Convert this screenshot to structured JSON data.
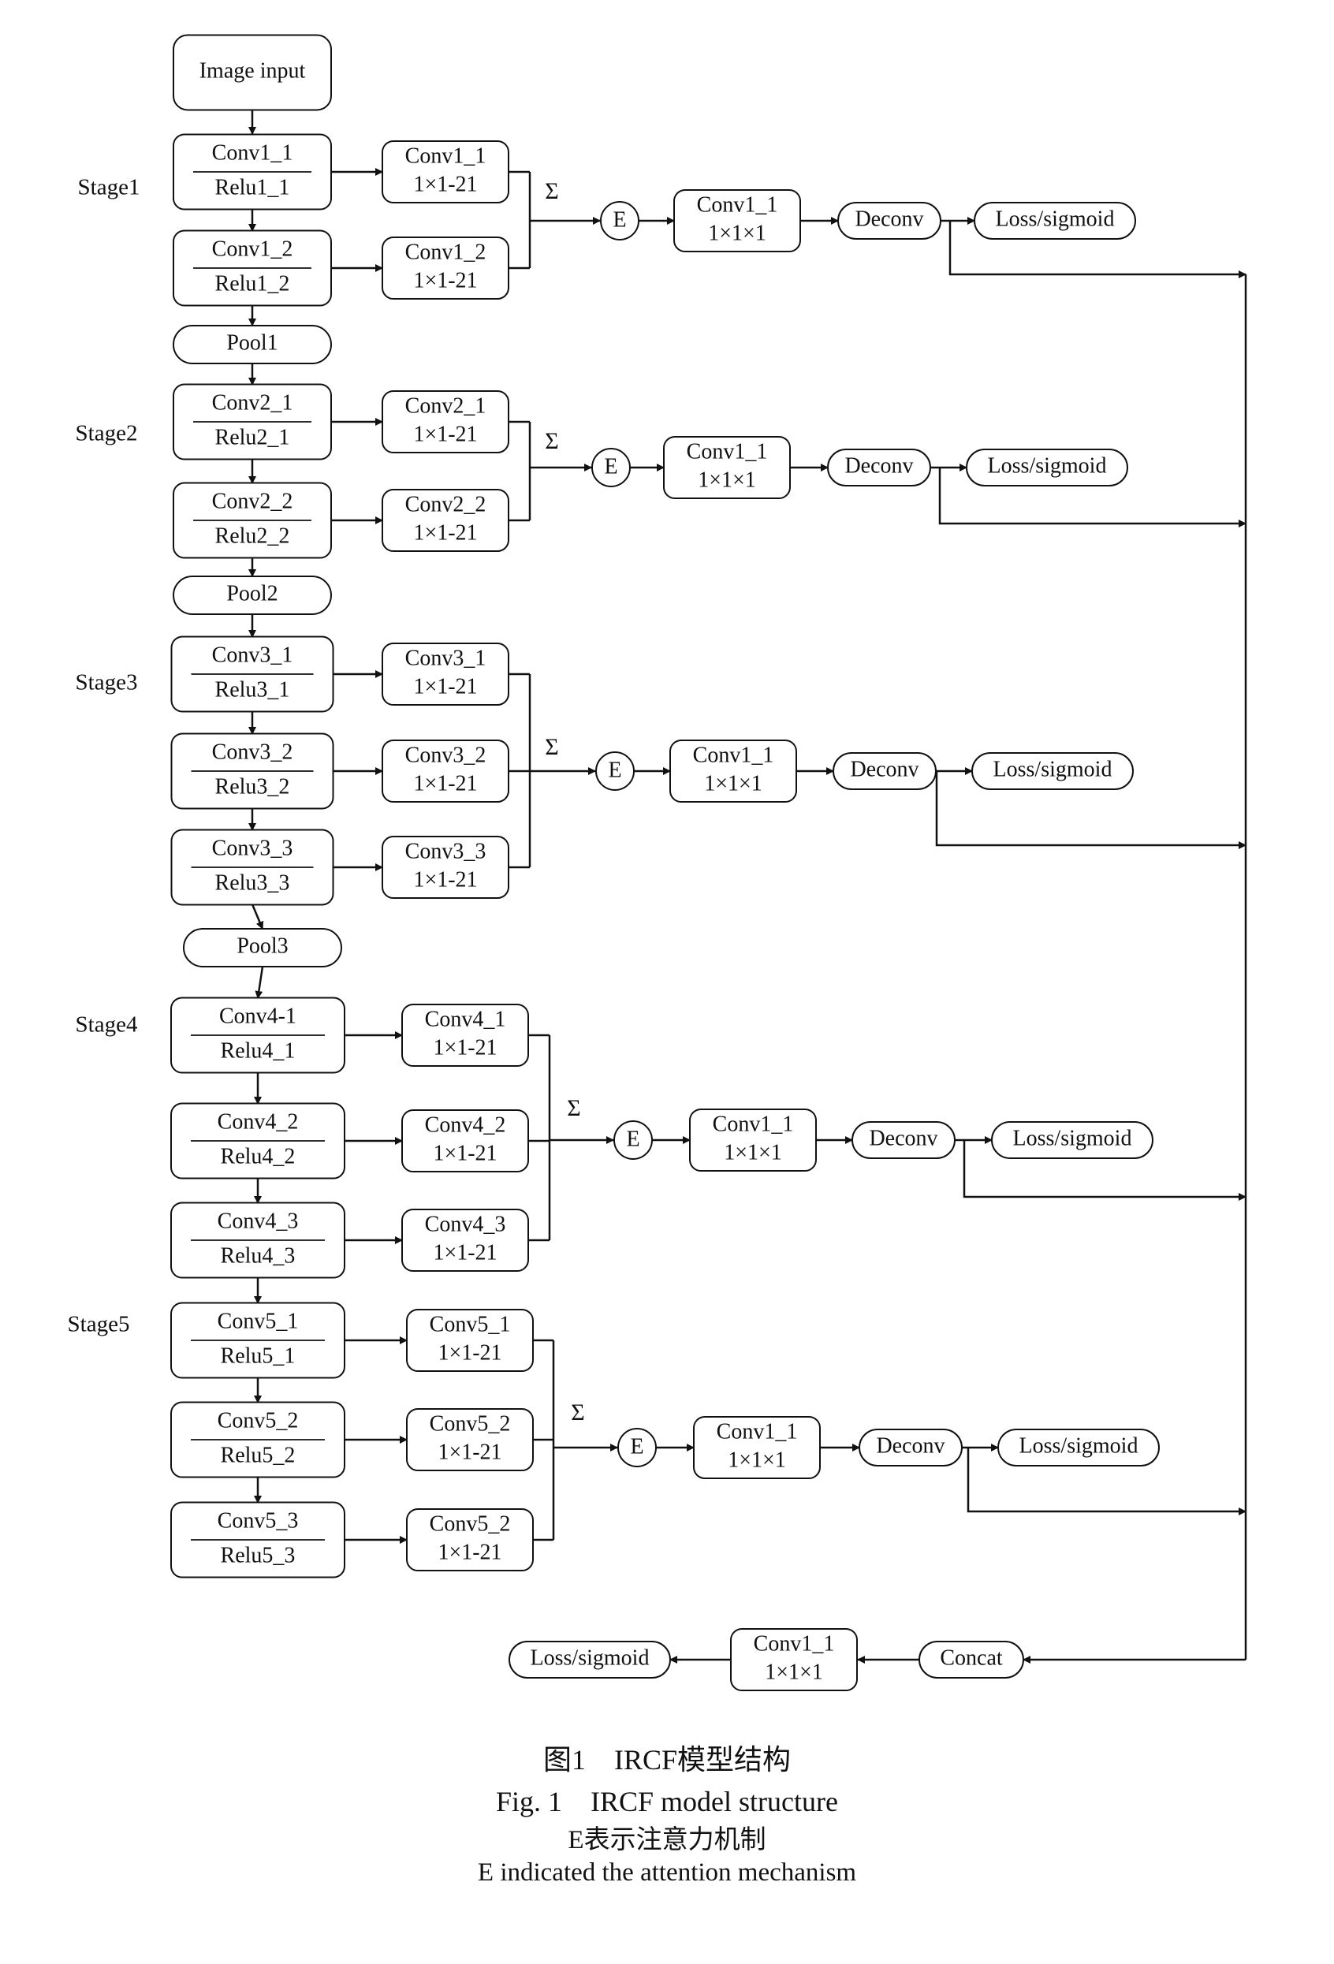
{
  "diagram": {
    "input": "Image input",
    "stages": [
      {
        "label": "Stage1",
        "layers": [
          {
            "top": "Conv1_1",
            "bottom": "Relu1_1",
            "side_top": "Conv1_1",
            "side_bottom": "1×1-21"
          },
          {
            "top": "Conv1_2",
            "bottom": "Relu1_2",
            "side_top": "Conv1_2",
            "side_bottom": "1×1-21"
          }
        ],
        "pool": "Pool1",
        "sum": "Σ",
        "attention": "E",
        "conv_top": "Conv1_1",
        "conv_bottom": "1×1×1",
        "deconv": "Deconv",
        "loss": "Loss/sigmoid"
      },
      {
        "label": "Stage2",
        "layers": [
          {
            "top": "Conv2_1",
            "bottom": "Relu2_1",
            "side_top": "Conv2_1",
            "side_bottom": "1×1-21"
          },
          {
            "top": "Conv2_2",
            "bottom": "Relu2_2",
            "side_top": "Conv2_2",
            "side_bottom": "1×1-21"
          }
        ],
        "pool": "Pool2",
        "sum": "Σ",
        "attention": "E",
        "conv_top": "Conv1_1",
        "conv_bottom": "1×1×1",
        "deconv": "Deconv",
        "loss": "Loss/sigmoid"
      },
      {
        "label": "Stage3",
        "layers": [
          {
            "top": "Conv3_1",
            "bottom": "Relu3_1",
            "side_top": "Conv3_1",
            "side_bottom": "1×1-21"
          },
          {
            "top": "Conv3_2",
            "bottom": "Relu3_2",
            "side_top": "Conv3_2",
            "side_bottom": "1×1-21"
          },
          {
            "top": "Conv3_3",
            "bottom": "Relu3_3",
            "side_top": "Conv3_3",
            "side_bottom": "1×1-21"
          }
        ],
        "pool": "Pool3",
        "sum": "Σ",
        "attention": "E",
        "conv_top": "Conv1_1",
        "conv_bottom": "1×1×1",
        "deconv": "Deconv",
        "loss": "Loss/sigmoid"
      },
      {
        "label": "Stage4",
        "layers": [
          {
            "top": "Conv4-1",
            "bottom": "Relu4_1",
            "side_top": "Conv4_1",
            "side_bottom": "1×1-21"
          },
          {
            "top": "Conv4_2",
            "bottom": "Relu4_2",
            "side_top": "Conv4_2",
            "side_bottom": "1×1-21"
          },
          {
            "top": "Conv4_3",
            "bottom": "Relu4_3",
            "side_top": "Conv4_3",
            "side_bottom": "1×1-21"
          }
        ],
        "pool": "",
        "sum": "Σ",
        "attention": "E",
        "conv_top": "Conv1_1",
        "conv_bottom": "1×1×1",
        "deconv": "Deconv",
        "loss": "Loss/sigmoid"
      },
      {
        "label": "Stage5",
        "layers": [
          {
            "top": "Conv5_1",
            "bottom": "Relu5_1",
            "side_top": "Conv5_1",
            "side_bottom": "1×1-21"
          },
          {
            "top": "Conv5_2",
            "bottom": "Relu5_2",
            "side_top": "Conv5_2",
            "side_bottom": "1×1-21"
          },
          {
            "top": "Conv5_3",
            "bottom": "Relu5_3",
            "side_top": "Conv5_2",
            "side_bottom": "1×1-21"
          }
        ],
        "pool": "",
        "sum": "Σ",
        "attention": "E",
        "conv_top": "Conv1_1",
        "conv_bottom": "1×1×1",
        "deconv": "Deconv",
        "loss": "Loss/sigmoid"
      }
    ],
    "fusion": {
      "concat": "Concat",
      "conv_top": "Conv1_1",
      "conv_bottom": "1×1×1",
      "loss": "Loss/sigmoid"
    }
  },
  "caption": {
    "zh_title": "图1　IRCF模型结构",
    "en_title": "Fig. 1　IRCF model structure",
    "zh_note": "E表示注意力机制",
    "en_note": "E indicated the attention mechanism"
  }
}
